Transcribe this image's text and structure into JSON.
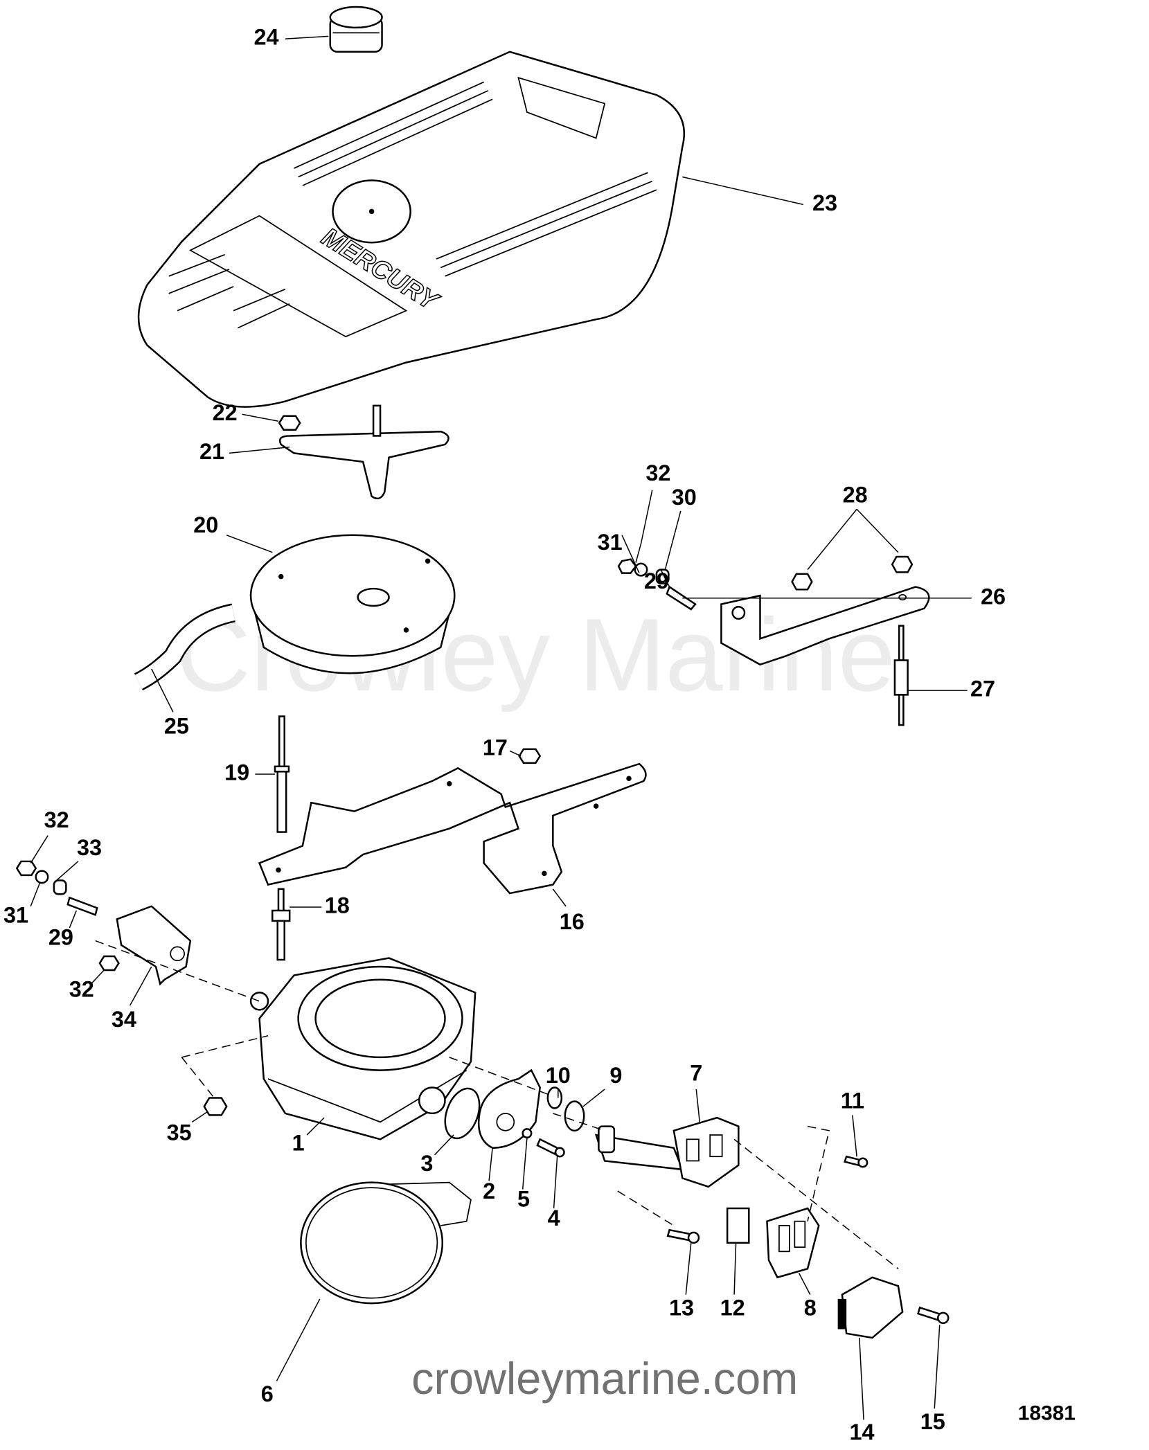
{
  "diagram": {
    "figure_number": "18381",
    "cover_logo": "MERCURY",
    "watermark_center": "Crowley Marine",
    "watermark_bottom": "crowleymarine.com",
    "callouts": [
      "24",
      "23",
      "22",
      "21",
      "20",
      "32",
      "30",
      "31",
      "29",
      "28",
      "26",
      "27",
      "25",
      "17",
      "19",
      "32",
      "33",
      "31",
      "29",
      "18",
      "16",
      "32",
      "34",
      "10",
      "9",
      "7",
      "11",
      "35",
      "1",
      "3",
      "2",
      "5",
      "4",
      "13",
      "12",
      "8",
      "6",
      "14",
      "15"
    ]
  }
}
